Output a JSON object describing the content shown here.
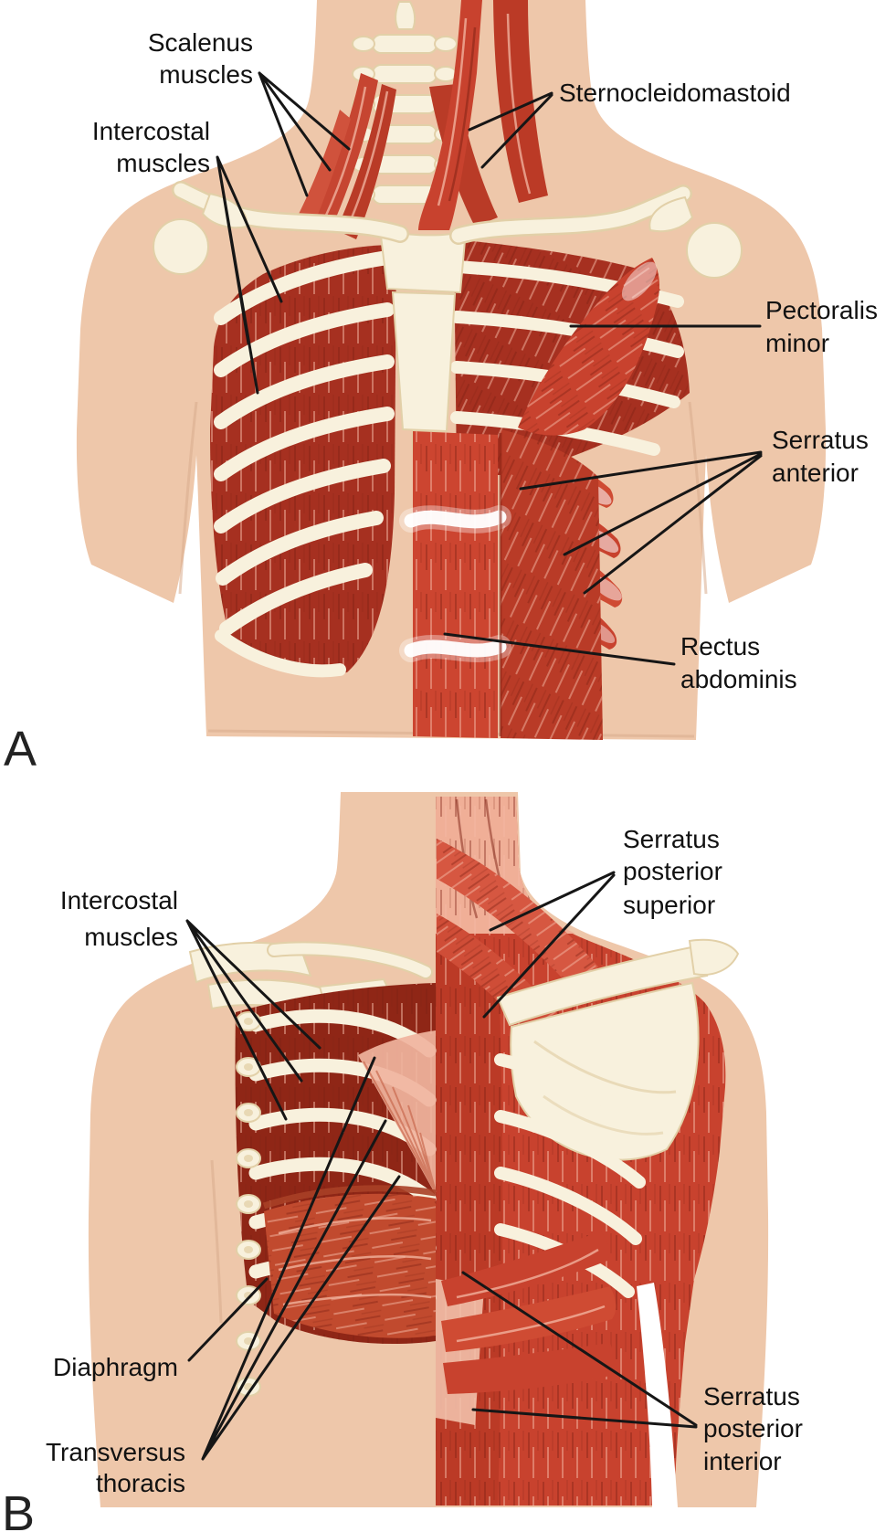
{
  "figure": {
    "title_semantic": "Muscles of respiration, anterior (A) and posterior (B) views",
    "panel_a": {
      "letter": "A",
      "labels": {
        "scalenus": {
          "line1": "Scalenus",
          "line2": "muscles"
        },
        "intercostal": {
          "line1": "Intercostal",
          "line2": "muscles"
        },
        "sternocleidomastoid": {
          "line1": "Sternocleidomastoid"
        },
        "pectoralis_minor": {
          "line1": "Pectoralis",
          "line2": "minor"
        },
        "serratus_anterior": {
          "line1": "Serratus",
          "line2": "anterior"
        },
        "rectus_abdominis": {
          "line1": "Rectus",
          "line2": "abdominis"
        }
      }
    },
    "panel_b": {
      "letter": "B",
      "labels": {
        "intercostal": {
          "line1": "Intercostal",
          "line2": "muscles"
        },
        "serratus_posterior_superior": {
          "line1": "Serratus",
          "line2": "posterior",
          "line3": "superior"
        },
        "diaphragm": {
          "line1": "Diaphragm"
        },
        "transversus_thoracis": {
          "line1": "Transversus",
          "line2": "thoracis"
        },
        "serratus_posterior_interior": {
          "line1": "Serratus",
          "line2": "posterior",
          "line3": "interior"
        }
      }
    }
  },
  "colors": {
    "background": "#ffffff",
    "skin": "#eec7aa",
    "skin_shadow": "#d9ab8c",
    "bone": "#f8f1dd",
    "bone_outline": "#e2d0a8",
    "muscle_red": "#c8422e",
    "muscle_dark": "#a63020",
    "muscle_deep": "#8f2616",
    "muscle_light": "#e2765c",
    "muscle_pale": "#f0af97",
    "label_text": "#111111",
    "leader_line": "#161616"
  }
}
